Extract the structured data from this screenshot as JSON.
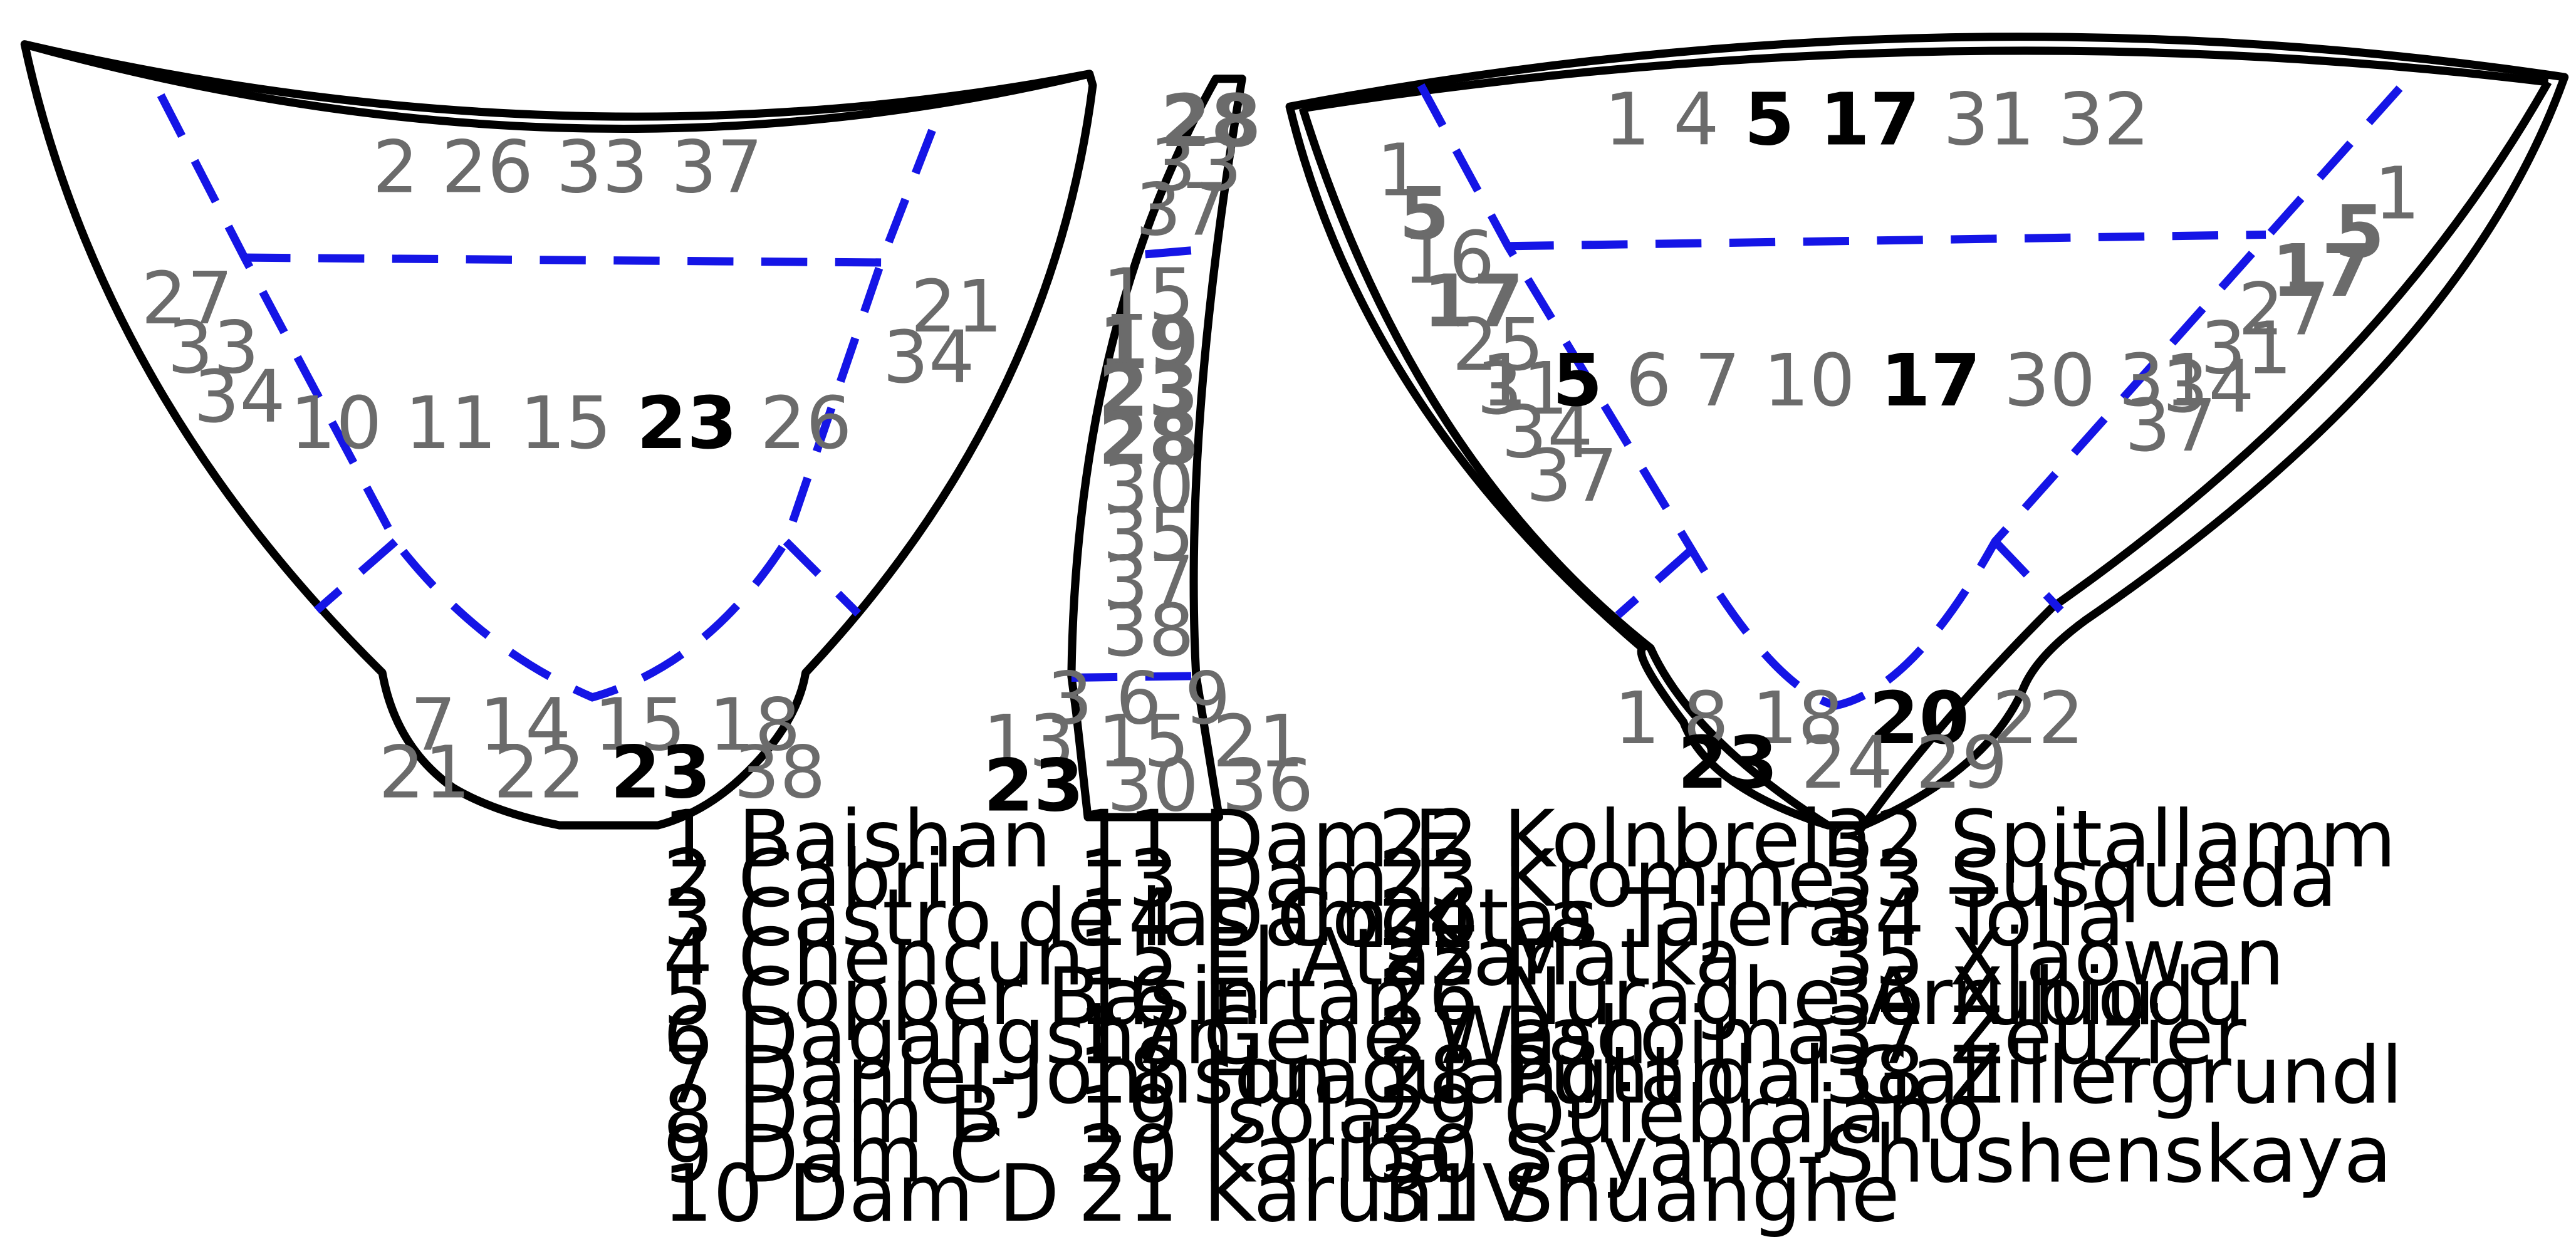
{
  "left_view": {
    "top_region": [
      {
        "n": "2",
        "b": false
      },
      {
        "n": "26",
        "b": false
      },
      {
        "n": "33",
        "b": false
      },
      {
        "n": "37",
        "b": false
      }
    ],
    "left_flank": [
      {
        "n": "27",
        "b": false
      },
      {
        "n": "33",
        "b": false
      },
      {
        "n": "34",
        "b": false
      }
    ],
    "right_flank": [
      {
        "n": "21",
        "b": false
      },
      {
        "n": "34",
        "b": false
      }
    ],
    "central_region": [
      {
        "n": "10",
        "b": false
      },
      {
        "n": "11",
        "b": false
      },
      {
        "n": "15",
        "b": false
      },
      {
        "n": "23",
        "b": true
      },
      {
        "n": "26",
        "b": false
      }
    ],
    "base_row1": [
      {
        "n": "7",
        "b": false
      },
      {
        "n": "14",
        "b": false
      },
      {
        "n": "15",
        "b": false
      },
      {
        "n": "18",
        "b": false
      }
    ],
    "base_row2": [
      {
        "n": "21",
        "b": false
      },
      {
        "n": "22",
        "b": false
      },
      {
        "n": "23",
        "b": true
      },
      {
        "n": "38",
        "b": false
      }
    ]
  },
  "section_view": {
    "crest_region": [
      {
        "n": "28",
        "b": true
      },
      {
        "n": "33",
        "b": false
      },
      {
        "n": "37",
        "b": false
      }
    ],
    "middle_region": [
      {
        "n": "15",
        "b": false
      },
      {
        "n": "19",
        "b": true
      },
      {
        "n": "23",
        "b": true
      },
      {
        "n": "28",
        "b": true
      },
      {
        "n": "30",
        "b": false
      },
      {
        "n": "35",
        "b": false
      },
      {
        "n": "37",
        "b": false
      },
      {
        "n": "38",
        "b": false
      }
    ],
    "base_row1": [
      {
        "n": "3",
        "b": false
      },
      {
        "n": "6",
        "b": false
      },
      {
        "n": "9",
        "b": false
      }
    ],
    "base_row2": [
      {
        "n": "13",
        "b": false
      },
      {
        "n": "15",
        "b": false
      },
      {
        "n": "21",
        "b": false
      }
    ],
    "base_row3": [
      {
        "n": "23",
        "b": true
      },
      {
        "n": "30",
        "b": false
      },
      {
        "n": "36",
        "b": false
      }
    ]
  },
  "right_view": {
    "top_region": [
      {
        "n": "1",
        "b": false
      },
      {
        "n": "4",
        "b": false
      },
      {
        "n": "5",
        "b": true
      },
      {
        "n": "17",
        "b": true
      },
      {
        "n": "31",
        "b": false
      },
      {
        "n": "32",
        "b": false
      }
    ],
    "left_flank": [
      {
        "n": "1",
        "b": false
      },
      {
        "n": "5",
        "b": true
      },
      {
        "n": "16",
        "b": false
      },
      {
        "n": "17",
        "b": true
      },
      {
        "n": "25",
        "b": false
      },
      {
        "n": "31",
        "b": false
      },
      {
        "n": "34",
        "b": false
      },
      {
        "n": "37",
        "b": false
      }
    ],
    "right_flank": [
      {
        "n": "1",
        "b": false
      },
      {
        "n": "5",
        "b": true
      },
      {
        "n": "17",
        "b": true
      },
      {
        "n": "27",
        "b": false
      },
      {
        "n": "31",
        "b": false
      },
      {
        "n": "34",
        "b": false
      },
      {
        "n": "37",
        "b": false
      }
    ],
    "central_region": [
      {
        "n": "1",
        "b": false
      },
      {
        "n": "5",
        "b": true
      },
      {
        "n": "6",
        "b": false
      },
      {
        "n": "7",
        "b": false
      },
      {
        "n": "10",
        "b": false
      },
      {
        "n": "17",
        "b": true
      },
      {
        "n": "30",
        "b": false
      },
      {
        "n": "31",
        "b": false
      }
    ],
    "base_row1": [
      {
        "n": "1",
        "b": false
      },
      {
        "n": "8",
        "b": false
      },
      {
        "n": "18",
        "b": false
      },
      {
        "n": "20",
        "b": true
      },
      {
        "n": "22",
        "b": false
      }
    ],
    "base_row2": [
      {
        "n": "23",
        "b": true
      },
      {
        "n": "24",
        "b": false
      },
      {
        "n": "29",
        "b": false
      }
    ]
  },
  "legend": [
    [
      "1 Baishan",
      "2 Cabril",
      "3 Castro de las Cogotas",
      "4 Chencun",
      "5 Copper Basin",
      "6 Dagangshan",
      "7 Daniel-Johnson",
      "8 Dam B",
      "9 Dam C",
      "10 Dam D"
    ],
    [
      "11 Dam E",
      "13 Dam J",
      "14 Dam K",
      "15 El Atazar",
      "16 Ertan",
      "17 Gene Wash",
      "18 Huaguangtan",
      "19 Isola",
      "20 Kariba",
      "21 Karun IV"
    ],
    [
      "22 Kolnbrein",
      "23 Kromme",
      "24 La Tajera",
      "25 Matka",
      "26 Nuraghe Arrubiu",
      "27 Pacoima",
      "28 Punt dal Gall",
      "29 Quiebrajano",
      "30 Sayano-Shushenskaya",
      "31 Shuanghe"
    ],
    [
      "32 Spitallamm",
      "33 Susqueda",
      "34 Tolla",
      "35 Xiaowan",
      "36 Xiluodu",
      "37 Zeuzier",
      "38 Zillergrundl"
    ]
  ],
  "colors": {
    "outline": "#000000",
    "zone_boundary": "#1515e6",
    "label": "#6b6b6b",
    "label_bold": "#000000"
  }
}
